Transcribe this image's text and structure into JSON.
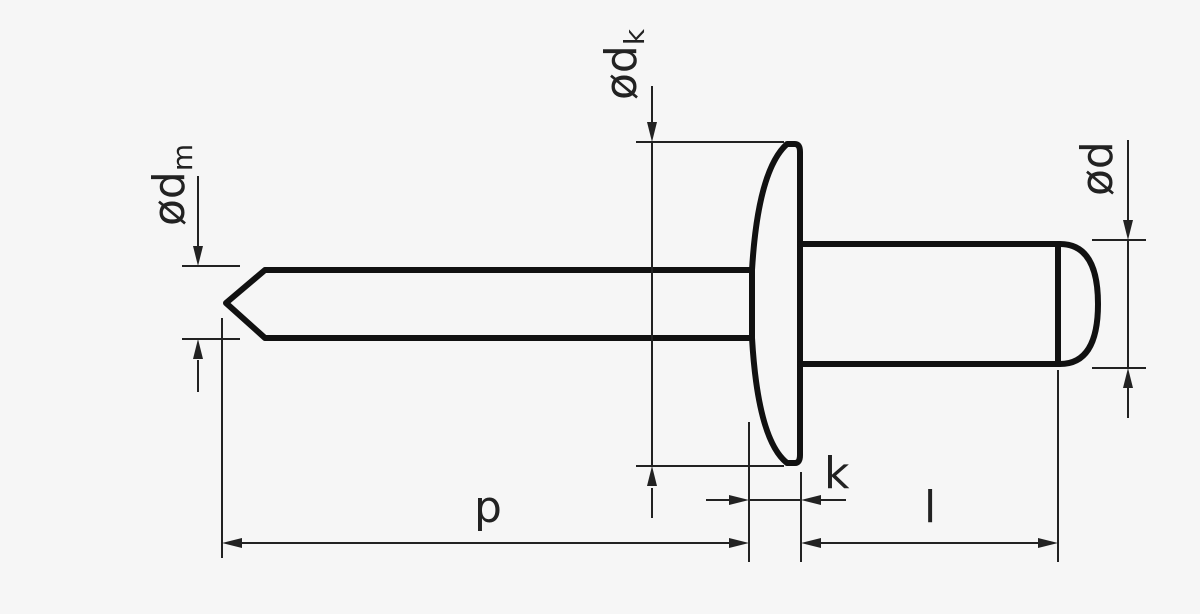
{
  "labels": {
    "dm_main": "ød",
    "dm_sub": "m",
    "dk_main": "ød",
    "dk_sub": "k",
    "d": "ød",
    "k": "k",
    "p": "p",
    "l": "l"
  },
  "colors": {
    "background": "#f6f6f6",
    "line": "#111111"
  }
}
